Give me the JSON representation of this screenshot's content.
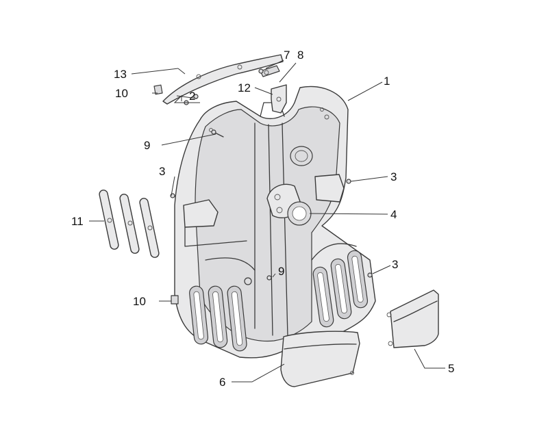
{
  "callouts": [
    {
      "id": "c1",
      "label": "1"
    },
    {
      "id": "c2",
      "label": "2"
    },
    {
      "id": "c3a",
      "label": "3"
    },
    {
      "id": "c3b",
      "label": "3"
    },
    {
      "id": "c3c",
      "label": "3"
    },
    {
      "id": "c4",
      "label": "4"
    },
    {
      "id": "c5",
      "label": "5"
    },
    {
      "id": "c6",
      "label": "6"
    },
    {
      "id": "c7",
      "label": "7"
    },
    {
      "id": "c8",
      "label": "8"
    },
    {
      "id": "c9a",
      "label": "9"
    },
    {
      "id": "c9b",
      "label": "9"
    },
    {
      "id": "c10a",
      "label": "10"
    },
    {
      "id": "c10b",
      "label": "10"
    },
    {
      "id": "c11",
      "label": "11"
    },
    {
      "id": "c12",
      "label": "12"
    },
    {
      "id": "c13",
      "label": "13"
    }
  ]
}
